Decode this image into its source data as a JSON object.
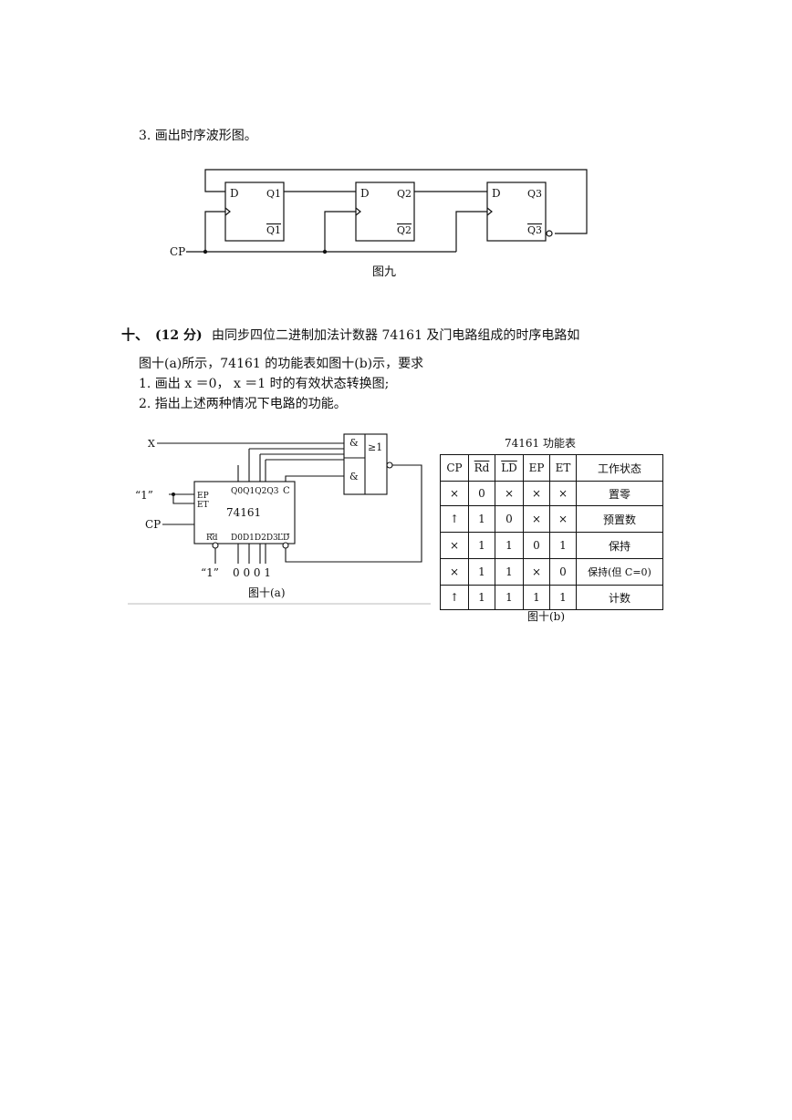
{
  "q3_step": "3. 画出时序波形图。",
  "fig9": {
    "caption": "图九",
    "cp": "CP",
    "ff_d": "D",
    "q_labels": [
      "Q1",
      "Q2",
      "Q3"
    ]
  },
  "q10": {
    "number": "十、",
    "points": "(12 分)",
    "line1": "由同步四位二进制加法计数器 74161 及门电路组成的时序电路如",
    "line2": "图十(a)所示，74161 的功能表如图十(b)示，要求",
    "req1": "1. 画出 x ＝0， x ＝1 时的有效状态转换图;",
    "req2": "2. 指出上述两种情况下电路的功能。"
  },
  "fig10a": {
    "caption": "图十(a)",
    "x_label": "X",
    "one_label": "“1”",
    "cp_label": "CP",
    "chip": "74161",
    "ep": "EP",
    "et": "ET",
    "c": "C",
    "rd": "Rd",
    "ld": "LD",
    "q_pins": "Q0Q1Q2Q3",
    "d_pins": "D0D1D2D3",
    "d_values": "0 0 0 1",
    "one_bottom": "“1”",
    "and_sym": "&",
    "or_sym": "≥1"
  },
  "fig10b": {
    "title": "74161 功能表",
    "caption": "图十(b)",
    "headers": [
      "CP",
      "Rd",
      "LD",
      "EP",
      "ET",
      "工作状态"
    ],
    "rows": [
      [
        "×",
        "0",
        "×",
        "×",
        "×",
        "置零"
      ],
      [
        "↑",
        "1",
        "0",
        "×",
        "×",
        "预置数"
      ],
      [
        "×",
        "1",
        "1",
        "0",
        "1",
        "保持"
      ],
      [
        "×",
        "1",
        "1",
        "×",
        "0",
        "保持(但 C=0)"
      ],
      [
        "↑",
        "1",
        "1",
        "1",
        "1",
        "计数"
      ]
    ]
  }
}
